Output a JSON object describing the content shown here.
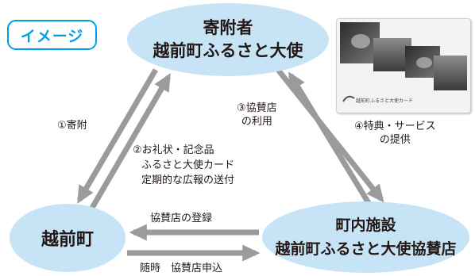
{
  "badge": {
    "label": "イメージ"
  },
  "nodes": {
    "donor": {
      "line1": "寄附者",
      "line2": "越前町ふるさと大使"
    },
    "town": {
      "label": "越前町"
    },
    "shop": {
      "line1": "町内施設",
      "line2": "越前町ふるさと大使協賛店"
    }
  },
  "labels": {
    "donation": "①寄附",
    "thanks": {
      "line1": "②お礼状・記念品",
      "line2": "ふるさと大使カード",
      "line3": "定期的な広報の送付"
    },
    "use_shop": {
      "line1": "③協賛店",
      "line2": "の利用"
    },
    "benefit": {
      "line1": "④特典・サービス",
      "line2": "の提供"
    },
    "register": "協賛店の登録",
    "apply": "随時　協賛店申込"
  },
  "card": {
    "caption": "越前町ふるさと大使カード"
  },
  "colors": {
    "accent": "#00a0e9",
    "node_fill": "#c6e4f6",
    "arrow": "#9b9b9b"
  }
}
